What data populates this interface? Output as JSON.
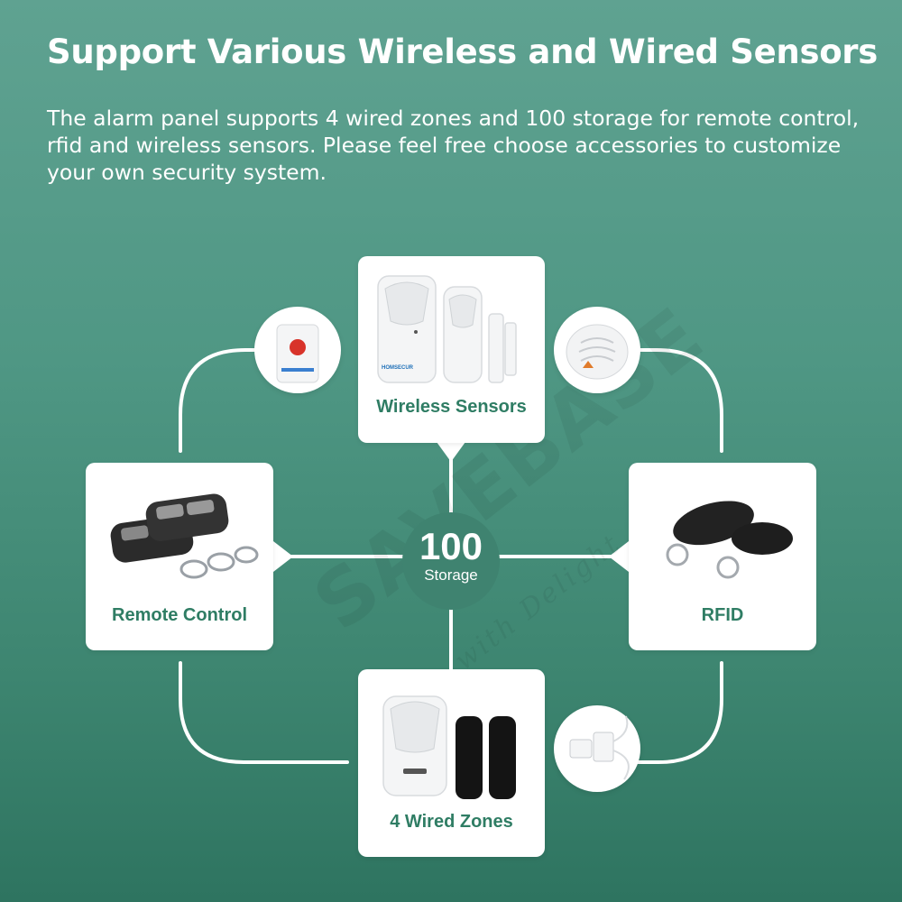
{
  "heading": "Support Various Wireless and Wired Sensors",
  "description": "The alarm panel supports 4 wired zones and 100 storage for remote control, rfid and wireless sensors. Please feel free choose accessories to customize your own security system.",
  "hub": {
    "number": "100",
    "label": "Storage"
  },
  "cards": {
    "wireless": {
      "label": "Wireless Sensors"
    },
    "remote": {
      "label": "Remote Control"
    },
    "rfid": {
      "label": "RFID"
    },
    "wired": {
      "label": "4 Wired Zones"
    }
  },
  "product_brand": "HOMSECUR",
  "watermark": {
    "main": "SAVEBASE",
    "tagline": "Share with Delight"
  },
  "colors": {
    "background_top": "#5fa291",
    "background_bottom": "#2e7460",
    "label_green": "#2f7d64",
    "hub": "#3f8370",
    "panic_button_red": "#d8332a"
  }
}
